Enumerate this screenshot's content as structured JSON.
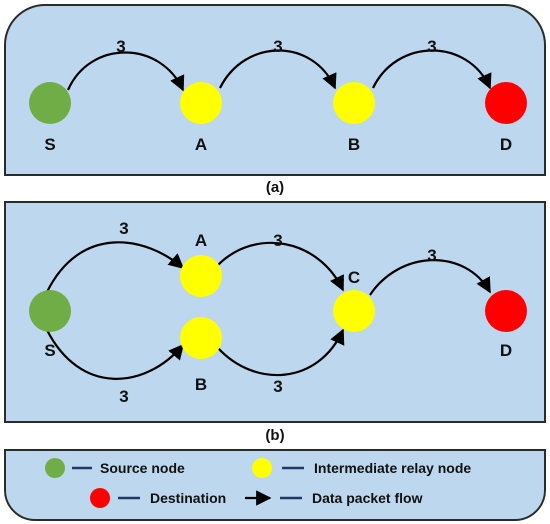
{
  "colors": {
    "panel": "#bdd7ee",
    "source": "#70ad47",
    "relay": "#ffff00",
    "destination": "#ff0000",
    "legend_dash": "#1f3864"
  },
  "panel_a": {
    "caption": "(a)",
    "nodes": [
      {
        "id": "S",
        "label": "S",
        "role": "source"
      },
      {
        "id": "A",
        "label": "A",
        "role": "relay"
      },
      {
        "id": "B",
        "label": "B",
        "role": "relay"
      },
      {
        "id": "D",
        "label": "D",
        "role": "destination"
      }
    ],
    "edges": [
      {
        "from": "S",
        "to": "A",
        "weight": "3"
      },
      {
        "from": "A",
        "to": "B",
        "weight": "3"
      },
      {
        "from": "B",
        "to": "D",
        "weight": "3"
      }
    ]
  },
  "panel_b": {
    "caption": "(b)",
    "nodes": [
      {
        "id": "S",
        "label": "S",
        "role": "source"
      },
      {
        "id": "A",
        "label": "A",
        "role": "relay"
      },
      {
        "id": "B",
        "label": "B",
        "role": "relay"
      },
      {
        "id": "C",
        "label": "C",
        "role": "relay"
      },
      {
        "id": "D",
        "label": "D",
        "role": "destination"
      }
    ],
    "edges": [
      {
        "from": "S",
        "to": "A",
        "weight": "3"
      },
      {
        "from": "S",
        "to": "B",
        "weight": "3"
      },
      {
        "from": "A",
        "to": "C",
        "weight": "3"
      },
      {
        "from": "B",
        "to": "C",
        "weight": "3"
      },
      {
        "from": "C",
        "to": "D",
        "weight": "3"
      }
    ]
  },
  "legend": {
    "source": "Source node",
    "relay": "Intermediate relay node",
    "destination": "Destination",
    "flow": "Data packet flow"
  }
}
